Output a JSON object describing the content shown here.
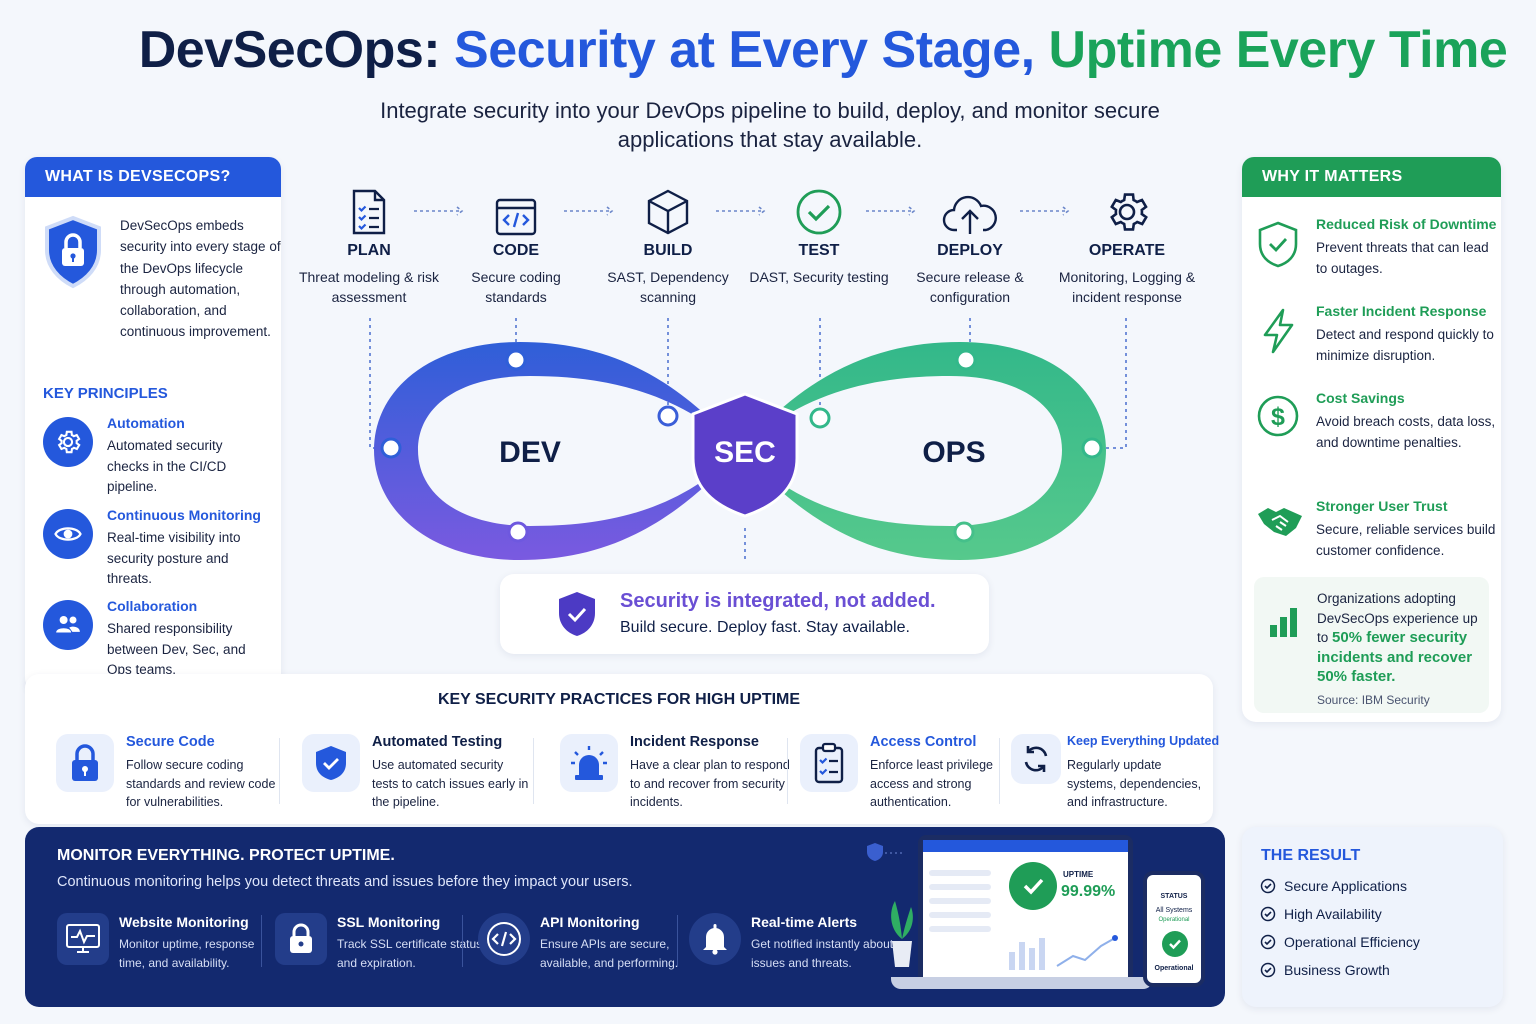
{
  "header": {
    "title_part1": "DevSecOps: ",
    "title_part2": "Security at Every Stage, ",
    "title_part3": "Uptime Every Time",
    "subtitle": "Integrate security into your DevOps pipeline to build, deploy, and monitor secure applications that stay available."
  },
  "what_is": {
    "heading": "WHAT IS DEVSECOPS?",
    "icon": "lock-shield-icon",
    "description": "DevSecOps embeds security into every stage of the DevOps lifecycle through automation, collaboration, and continuous improvement."
  },
  "principles": {
    "heading": "KEY PRINCIPLES",
    "items": [
      {
        "name": "Automation",
        "desc": "Automated security checks in the CI/CD pipeline.",
        "icon": "gear-icon"
      },
      {
        "name": "Continuous Monitoring",
        "desc": "Real-time visibility into security posture and threats.",
        "icon": "eye-icon"
      },
      {
        "name": "Collaboration",
        "desc": "Shared responsibility between Dev, Sec, and Ops teams.",
        "icon": "people-icon"
      }
    ]
  },
  "stages": [
    {
      "name": "PLAN",
      "desc": "Threat modeling & risk assessment",
      "icon": "checklist-icon"
    },
    {
      "name": "CODE",
      "desc": "Secure coding standards",
      "icon": "code-window-icon"
    },
    {
      "name": "BUILD",
      "desc": "SAST, Dependency scanning",
      "icon": "box-icon"
    },
    {
      "name": "TEST",
      "desc": "DAST, Security testing",
      "icon": "check-circle-icon"
    },
    {
      "name": "DEPLOY",
      "desc": "Secure release & configuration",
      "icon": "cloud-upload-icon"
    },
    {
      "name": "OPERATE",
      "desc": "Monitoring, Logging & incident response",
      "icon": "gear-icon"
    }
  ],
  "loop": {
    "dev": "DEV",
    "sec": "SEC",
    "ops": "OPS"
  },
  "integrated": {
    "headline": "Security is integrated, not added.",
    "sub": "Build secure. Deploy fast. Stay available."
  },
  "why": {
    "heading": "WHY IT MATTERS",
    "items": [
      {
        "name": "Reduced Risk of Downtime",
        "desc": "Prevent threats that can lead to outages.",
        "icon": "shield-check-icon"
      },
      {
        "name": "Faster Incident Response",
        "desc": "Detect and respond quickly to minimize disruption.",
        "icon": "lightning-icon"
      },
      {
        "name": "Cost Savings",
        "desc": "Avoid breach costs, data loss, and downtime penalties.",
        "icon": "dollar-icon"
      },
      {
        "name": "Stronger User Trust",
        "desc": "Secure, reliable services build customer confidence.",
        "icon": "handshake-icon"
      }
    ],
    "stat_pre": "Organizations adopting DevSecOps experience up to ",
    "stat_hl": "50% fewer security incidents and recover 50% faster.",
    "source": "Source: IBM Security"
  },
  "practices": {
    "heading": "KEY SECURITY PRACTICES FOR HIGH UPTIME",
    "items": [
      {
        "name": "Secure Code",
        "desc": "Follow secure coding standards and review code for vulnerabilities.",
        "icon": "lock-icon",
        "color": "#2458dc"
      },
      {
        "name": "Automated Testing",
        "desc": "Use automated security tests to catch issues early in the pipeline.",
        "icon": "shield-check-icon",
        "color": "#0f1f47"
      },
      {
        "name": "Incident Response",
        "desc": "Have a clear plan to respond to and recover from security incidents.",
        "icon": "alarm-icon",
        "color": "#0f1f47"
      },
      {
        "name": "Access Control",
        "desc": "Enforce least privilege access and strong authentication.",
        "icon": "clipboard-icon",
        "color": "#2458dc"
      },
      {
        "name": "Keep Everything Updated",
        "desc": "Regularly update systems, dependencies, and infrastructure.",
        "icon": "refresh-icon",
        "color": "#2458dc"
      }
    ]
  },
  "monitor": {
    "heading": "MONITOR EVERYTHING. PROTECT UPTIME.",
    "sub": "Continuous monitoring helps you detect threats and issues before they impact your users.",
    "items": [
      {
        "name": "Website Monitoring",
        "desc": "Monitor uptime, response time, and availability.",
        "icon": "pulse-monitor-icon"
      },
      {
        "name": "SSL Monitoring",
        "desc": "Track SSL certificate status and expiration.",
        "icon": "lock-icon"
      },
      {
        "name": "API Monitoring",
        "desc": "Ensure APIs are secure, available, and performing.",
        "icon": "code-circle-icon"
      },
      {
        "name": "Real-time Alerts",
        "desc": "Get notified instantly about issues and threats.",
        "icon": "bell-icon"
      }
    ],
    "dashboard": {
      "uptime_label": "UPTIME",
      "uptime_value": "99.99%",
      "status_label": "STATUS",
      "status_text": "All Systems",
      "status_sub": "Operational",
      "phone_label": "Operational"
    }
  },
  "result": {
    "heading": "THE RESULT",
    "items": [
      "Secure Applications",
      "High Availability",
      "Operational Efficiency",
      "Business Growth"
    ]
  },
  "colors": {
    "blue": "#2458dc",
    "green": "#1f9d57",
    "navy": "#13296f",
    "purple": "#5b3fc9"
  }
}
